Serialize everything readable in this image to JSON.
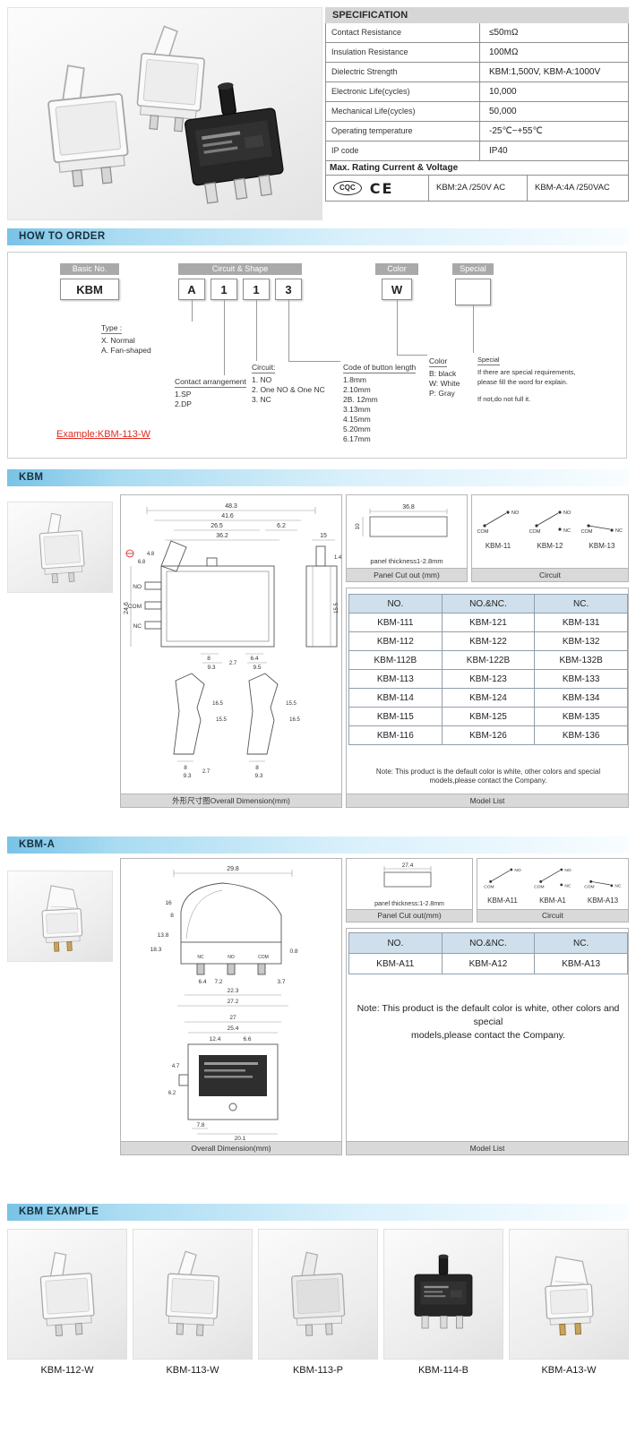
{
  "spec": {
    "title": "SPECIFICATION",
    "rows": [
      {
        "label": "Contact Resistance",
        "value": "≤50mΩ"
      },
      {
        "label": "Insulation Resistance",
        "value": "100MΩ"
      },
      {
        "label": "Dielectric Strength",
        "value": "KBM:1,500V, KBM-A:1000V"
      },
      {
        "label": "Electronic Life(cycles)",
        "value": "10,000"
      },
      {
        "label": "Mechanical Life(cycles)",
        "value": "50,000"
      },
      {
        "label": "Operating temperature",
        "value": "-25℃~+55℃"
      },
      {
        "label": "IP code",
        "value": "IP40"
      }
    ],
    "max_rating": {
      "label": "Max. Rating Current & Voltage",
      "cqc": "CQC",
      "ce": "CE",
      "kbm": "KBM:2A /250V AC",
      "kbma": "KBM-A:4A /250VAC"
    }
  },
  "order": {
    "title": "HOW TO ORDER",
    "basic_no_label": "Basic No.",
    "basic_no": "KBM",
    "circuit_shape_label": "Circuit  & Shape",
    "codes": [
      "A",
      "1",
      "1",
      "3"
    ],
    "color_label": "Color",
    "color_code": "W",
    "special_label": "Special",
    "type_heading": "Type :",
    "type_items": [
      "X. Normal",
      "A. Fan-shaped"
    ],
    "contact_heading": "Contact arrangement",
    "contact_items": [
      "1.SP",
      "2.DP"
    ],
    "circuit_heading": "Circuit:",
    "circuit_items": [
      "1. NO",
      "2. One NO & One NC",
      "3. NC"
    ],
    "length_heading": "Code of button length",
    "length_items": [
      "1.8mm",
      "2.10mm",
      "2B. 12mm",
      "3.13mm",
      "4.15mm",
      "5.20mm",
      "6.17mm"
    ],
    "color_heading": "Color",
    "color_items": [
      "B: black",
      "W: White",
      "P: Gray"
    ],
    "special_heading": "Special",
    "special_lines": [
      "If there are special requirements,",
      "please fill the word for explain.",
      "If not,do not full it."
    ],
    "example": "Example:KBM-113-W"
  },
  "kbm": {
    "title": "KBM",
    "drawing_caption": "外形尺寸图Overall Dimension(mm)",
    "dims": {
      "top": [
        "48.3",
        "41.6",
        "26.5",
        "6.2",
        "36.2",
        "15"
      ],
      "left": [
        "24.6",
        "4.8",
        "6.8"
      ],
      "terminals": [
        "NO",
        "COM",
        "NC"
      ],
      "bottom": [
        "8",
        "9.3",
        "2.7",
        "6.4",
        "9.5"
      ],
      "side": [
        "1.4",
        "15.5"
      ],
      "detail1": [
        "16.5",
        "15.5",
        "8",
        "9.3",
        "2.7"
      ],
      "detail2": [
        "15.5",
        "16.5",
        "8",
        "9.3"
      ]
    },
    "cutout": {
      "caption": "Panel Cut out (mm)",
      "width": "36.8",
      "height": "10",
      "thickness": "panel thickness1-2.8mm"
    },
    "circuit": {
      "caption": "Circuit",
      "items": [
        {
          "name": "KBM-11",
          "labels": {
            "com": "COM",
            "no": "NO",
            "nc": ""
          }
        },
        {
          "name": "KBM-12",
          "labels": {
            "com": "COM",
            "no": "NO",
            "nc": "NC"
          }
        },
        {
          "name": "KBM-13",
          "labels": {
            "com": "COM",
            "no": "",
            "nc": "NC"
          }
        }
      ]
    },
    "model": {
      "caption": "Model List",
      "headers": [
        "NO.",
        "NO.&NC.",
        "NC."
      ],
      "rows": [
        [
          "KBM-111",
          "KBM-121",
          "KBM-131"
        ],
        [
          "KBM-112",
          "KBM-122",
          "KBM-132"
        ],
        [
          "KBM-112B",
          "KBM-122B",
          "KBM-132B"
        ],
        [
          "KBM-113",
          "KBM-123",
          "KBM-133"
        ],
        [
          "KBM-114",
          "KBM-124",
          "KBM-134"
        ],
        [
          "KBM-115",
          "KBM-125",
          "KBM-135"
        ],
        [
          "KBM-116",
          "KBM-126",
          "KBM-136"
        ]
      ],
      "note1": "Note: This product is the default color is white, other colors and special",
      "note2": "models,please contact the Company."
    }
  },
  "kbma": {
    "title": "KBM-A",
    "drawing_caption": "Overall Dimension(mm)",
    "dims": {
      "top": [
        "29.8"
      ],
      "left": [
        "16",
        "8",
        "13.8",
        "18.3"
      ],
      "right": [
        "0.8"
      ],
      "pins": [
        "NC",
        "NO",
        "COM"
      ],
      "mid": [
        "6.4",
        "7.2",
        "3.7",
        "22.3",
        "27.2"
      ],
      "low_top": [
        "27",
        "25.4",
        "12.4",
        "6.6"
      ],
      "low_left": [
        "4.7",
        "6.2"
      ],
      "low_bottom": [
        "7.8",
        "20.1"
      ]
    },
    "cutout": {
      "caption": "Panel Cut out(mm)",
      "width": "27.4",
      "thickness": "panel thickness:1-2.8mm"
    },
    "circuit": {
      "caption": "Circuit",
      "items": [
        {
          "name": "KBM-A11",
          "labels": {
            "com": "COM",
            "no": "NO",
            "nc": ""
          }
        },
        {
          "name": "KBM-A1",
          "labels": {
            "com": "COM",
            "no": "NO",
            "nc": "NC"
          }
        },
        {
          "name": "KBM-A13",
          "labels": {
            "com": "COM",
            "no": "",
            "nc": "NC"
          }
        }
      ]
    },
    "model": {
      "caption": "Model List",
      "headers": [
        "NO.",
        "NO.&NC.",
        "NC."
      ],
      "rows": [
        [
          "KBM-A11",
          "KBM-A12",
          "KBM-A13"
        ]
      ],
      "note1": "Note: This product is the default color is white, other colors and special",
      "note2": "models,please contact the Company."
    }
  },
  "examples": {
    "title": "KBM EXAMPLE",
    "items": [
      "KBM-112-W",
      "KBM-113-W",
      "KBM-113-P",
      "KBM-114-B",
      "KBM-A13-W"
    ]
  }
}
